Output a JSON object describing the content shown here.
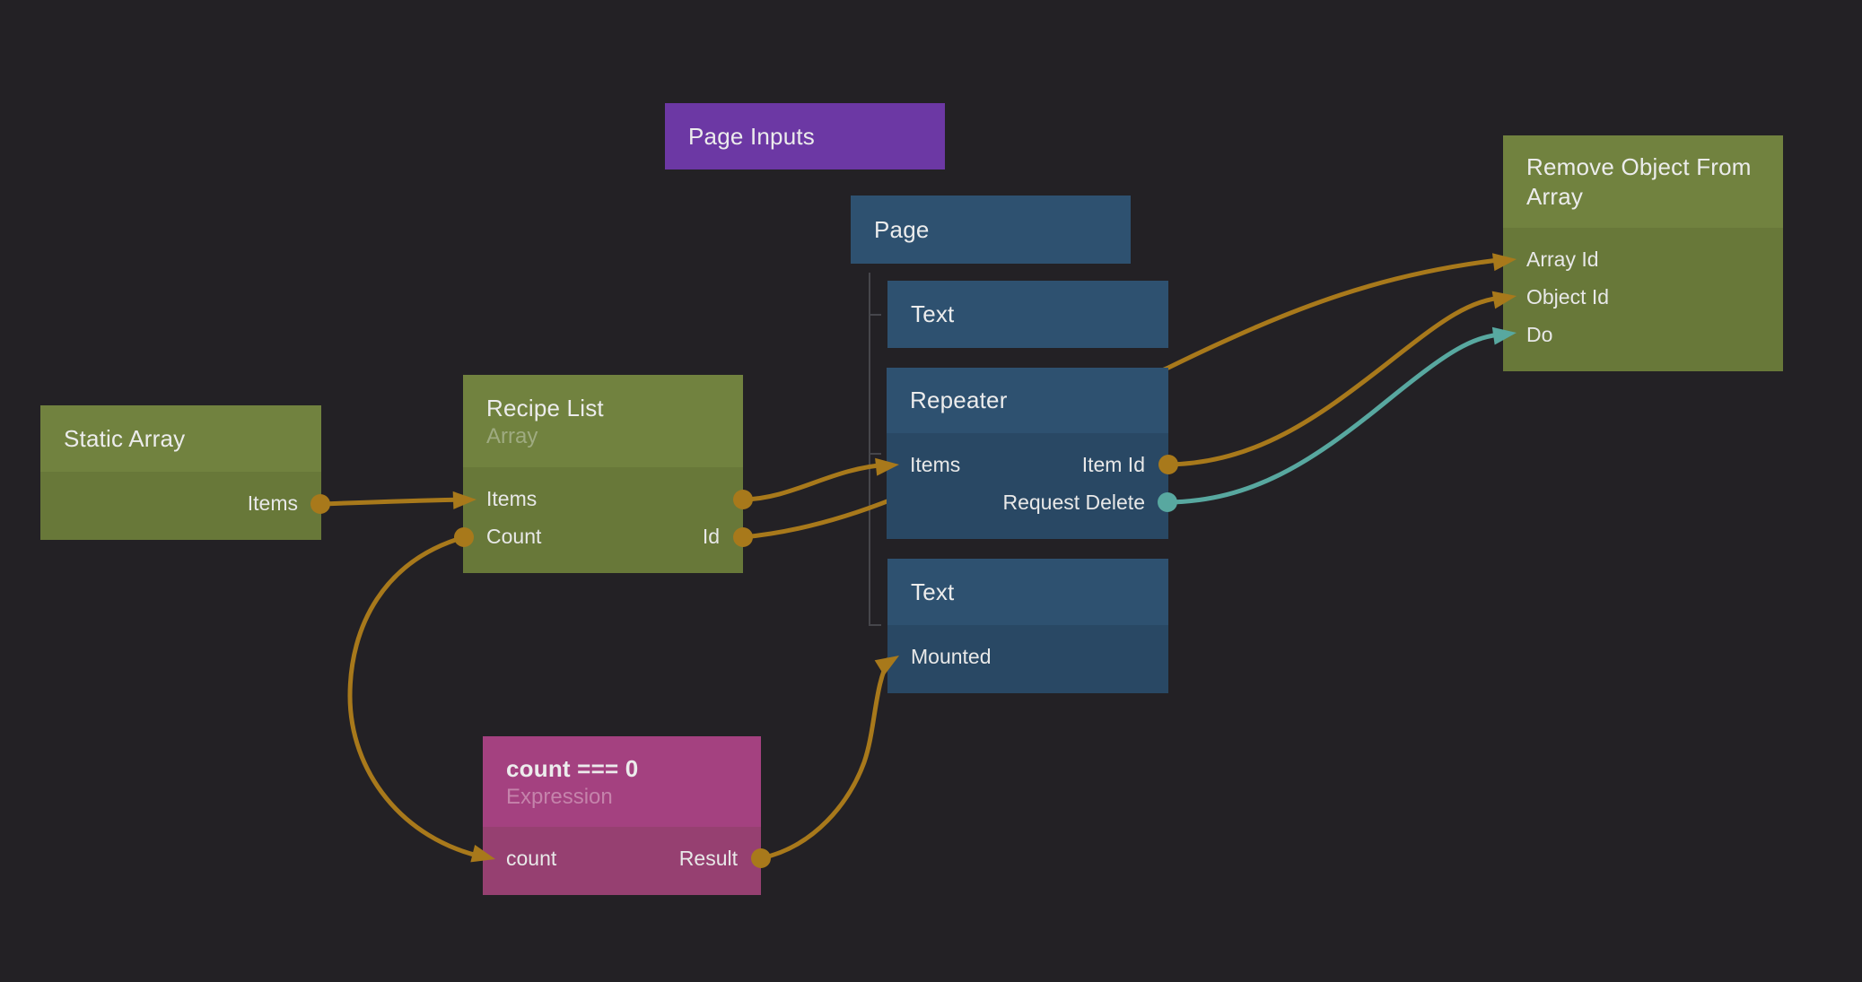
{
  "colors": {
    "background": "#232125",
    "connection_orange": "#a8791b",
    "connection_teal": "#58a8a0",
    "node_blue_header": "#2e5170",
    "node_blue_body": "#294864",
    "node_green_header": "#71823f",
    "node_green_body": "#687839",
    "node_purple": "#6c38a4",
    "node_pink_header": "#a44180",
    "node_pink_body": "#964071",
    "tree_line": "#46464b",
    "title_text": "#ececec",
    "port_text": "#e8e8e8",
    "subtitle_green": "#9fab81",
    "subtitle_pink": "#c583ab"
  },
  "nodes": {
    "page_inputs": {
      "title": "Page Inputs"
    },
    "page": {
      "title": "Page"
    },
    "text_1": {
      "title": "Text"
    },
    "repeater": {
      "title": "Repeater",
      "ports": {
        "items": "Items",
        "item_id": "Item Id",
        "request_delete": "Request Delete"
      }
    },
    "text_2": {
      "title": "Text",
      "ports": {
        "mounted": "Mounted"
      }
    },
    "static_array": {
      "title": "Static Array",
      "ports": {
        "items": "Items"
      }
    },
    "recipe_list": {
      "title": "Recipe List",
      "subtitle": "Array",
      "ports": {
        "items": "Items",
        "count": "Count",
        "id": "Id"
      }
    },
    "remove_object_from_array": {
      "title": "Remove Object From Array",
      "ports": {
        "array_id": "Array Id",
        "object_id": "Object Id",
        "do": "Do"
      }
    },
    "expression": {
      "title": "count === 0",
      "subtitle": "Expression",
      "ports": {
        "count": "count",
        "result": "Result"
      }
    }
  }
}
